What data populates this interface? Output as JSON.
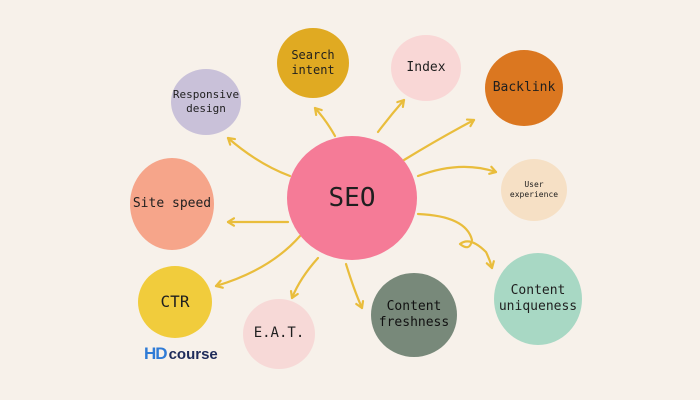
{
  "diagram": {
    "center": {
      "label": "SEO",
      "color": "#f57b97"
    },
    "nodes": [
      {
        "id": "search-intent",
        "label": "Search\nintent",
        "color": "#e0aa22"
      },
      {
        "id": "index",
        "label": "Index",
        "color": "#f9d7d6"
      },
      {
        "id": "backlink",
        "label": "Backlink",
        "color": "#db7720"
      },
      {
        "id": "responsive-design",
        "label": "Responsive\ndesign",
        "color": "#c9c1d9"
      },
      {
        "id": "user-experience",
        "label": "User\nexperience",
        "color": "#f6e0c5"
      },
      {
        "id": "site-speed",
        "label": "Site speed",
        "color": "#f6a58a"
      },
      {
        "id": "content-uniqueness",
        "label": "Content\nuniqueness",
        "color": "#a8d8c4"
      },
      {
        "id": "ctr",
        "label": "CTR",
        "color": "#f1cc3c"
      },
      {
        "id": "eat",
        "label": "E.A.T.",
        "color": "#f7d9d7"
      },
      {
        "id": "content-freshness",
        "label": "Content\nfreshness",
        "color": "#78897a"
      }
    ],
    "arrow_color": "#e9bd3c"
  },
  "brand": {
    "mark": "HD",
    "word": "course"
  }
}
